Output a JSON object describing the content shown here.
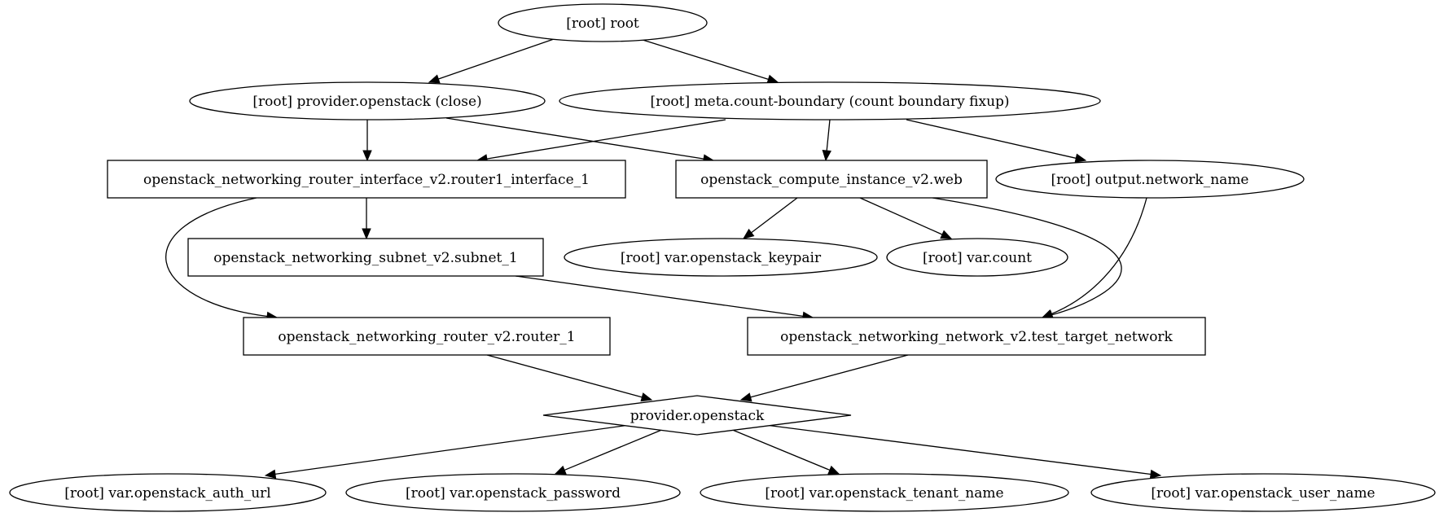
{
  "graph": {
    "nodes": [
      {
        "id": "root",
        "label": "[root] root",
        "shape": "ellipse"
      },
      {
        "id": "provider_close",
        "label": "[root] provider.openstack (close)",
        "shape": "ellipse"
      },
      {
        "id": "meta_count",
        "label": "[root] meta.count-boundary (count boundary fixup)",
        "shape": "ellipse"
      },
      {
        "id": "router_interface",
        "label": "openstack_networking_router_interface_v2.router1_interface_1",
        "shape": "box"
      },
      {
        "id": "compute_instance",
        "label": "openstack_compute_instance_v2.web",
        "shape": "box"
      },
      {
        "id": "output_network",
        "label": "[root] output.network_name",
        "shape": "ellipse"
      },
      {
        "id": "subnet",
        "label": "openstack_networking_subnet_v2.subnet_1",
        "shape": "box"
      },
      {
        "id": "var_keypair",
        "label": "[root] var.openstack_keypair",
        "shape": "ellipse"
      },
      {
        "id": "var_count",
        "label": "[root] var.count",
        "shape": "ellipse"
      },
      {
        "id": "router",
        "label": "openstack_networking_router_v2.router_1",
        "shape": "box"
      },
      {
        "id": "network",
        "label": "openstack_networking_network_v2.test_target_network",
        "shape": "box"
      },
      {
        "id": "provider",
        "label": "provider.openstack",
        "shape": "diamond"
      },
      {
        "id": "var_auth_url",
        "label": "[root] var.openstack_auth_url",
        "shape": "ellipse"
      },
      {
        "id": "var_password",
        "label": "[root] var.openstack_password",
        "shape": "ellipse"
      },
      {
        "id": "var_tenant",
        "label": "[root] var.openstack_tenant_name",
        "shape": "ellipse"
      },
      {
        "id": "var_user",
        "label": "[root] var.openstack_user_name",
        "shape": "ellipse"
      }
    ],
    "edges": [
      {
        "from": "root",
        "to": "provider_close"
      },
      {
        "from": "root",
        "to": "meta_count"
      },
      {
        "from": "provider_close",
        "to": "router_interface"
      },
      {
        "from": "provider_close",
        "to": "compute_instance"
      },
      {
        "from": "meta_count",
        "to": "router_interface"
      },
      {
        "from": "meta_count",
        "to": "compute_instance"
      },
      {
        "from": "meta_count",
        "to": "output_network"
      },
      {
        "from": "router_interface",
        "to": "subnet"
      },
      {
        "from": "router_interface",
        "to": "router"
      },
      {
        "from": "compute_instance",
        "to": "var_keypair"
      },
      {
        "from": "compute_instance",
        "to": "var_count"
      },
      {
        "from": "compute_instance",
        "to": "network"
      },
      {
        "from": "output_network",
        "to": "network"
      },
      {
        "from": "subnet",
        "to": "network"
      },
      {
        "from": "router",
        "to": "provider"
      },
      {
        "from": "network",
        "to": "provider"
      },
      {
        "from": "provider",
        "to": "var_auth_url"
      },
      {
        "from": "provider",
        "to": "var_password"
      },
      {
        "from": "provider",
        "to": "var_tenant"
      },
      {
        "from": "provider",
        "to": "var_user"
      }
    ]
  }
}
